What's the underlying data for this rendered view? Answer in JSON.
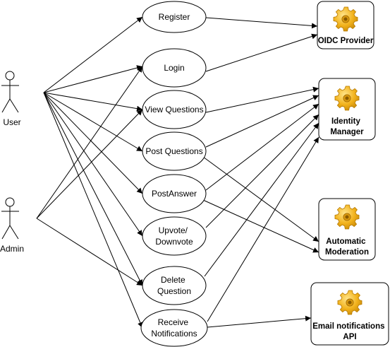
{
  "actors": {
    "user": {
      "label": "User"
    },
    "admin": {
      "label": "Admin"
    }
  },
  "use_cases": {
    "register": [
      "Register"
    ],
    "login": [
      "Login"
    ],
    "view_questions": [
      "View Questions"
    ],
    "post_questions": [
      "Post Questions"
    ],
    "post_answer": [
      "PostAnswer"
    ],
    "upvote": [
      "Upvote/",
      "Downvote"
    ],
    "delete_question": [
      "Delete",
      "Question"
    ],
    "receive_notifications": [
      "Receive",
      "Notifications"
    ]
  },
  "systems": {
    "oidc": [
      "OIDC Provider"
    ],
    "identity": [
      "Identity",
      "Manager"
    ],
    "moderation": [
      "Automatic",
      "Moderation"
    ],
    "email": [
      "Email notifications",
      "API"
    ]
  },
  "icons": {
    "system": "gear-icon",
    "actor": "stick-figure-icon"
  },
  "colors": {
    "gear_fill": "#f2b21c",
    "gear_stroke": "#b97d05",
    "line": "#000000"
  }
}
